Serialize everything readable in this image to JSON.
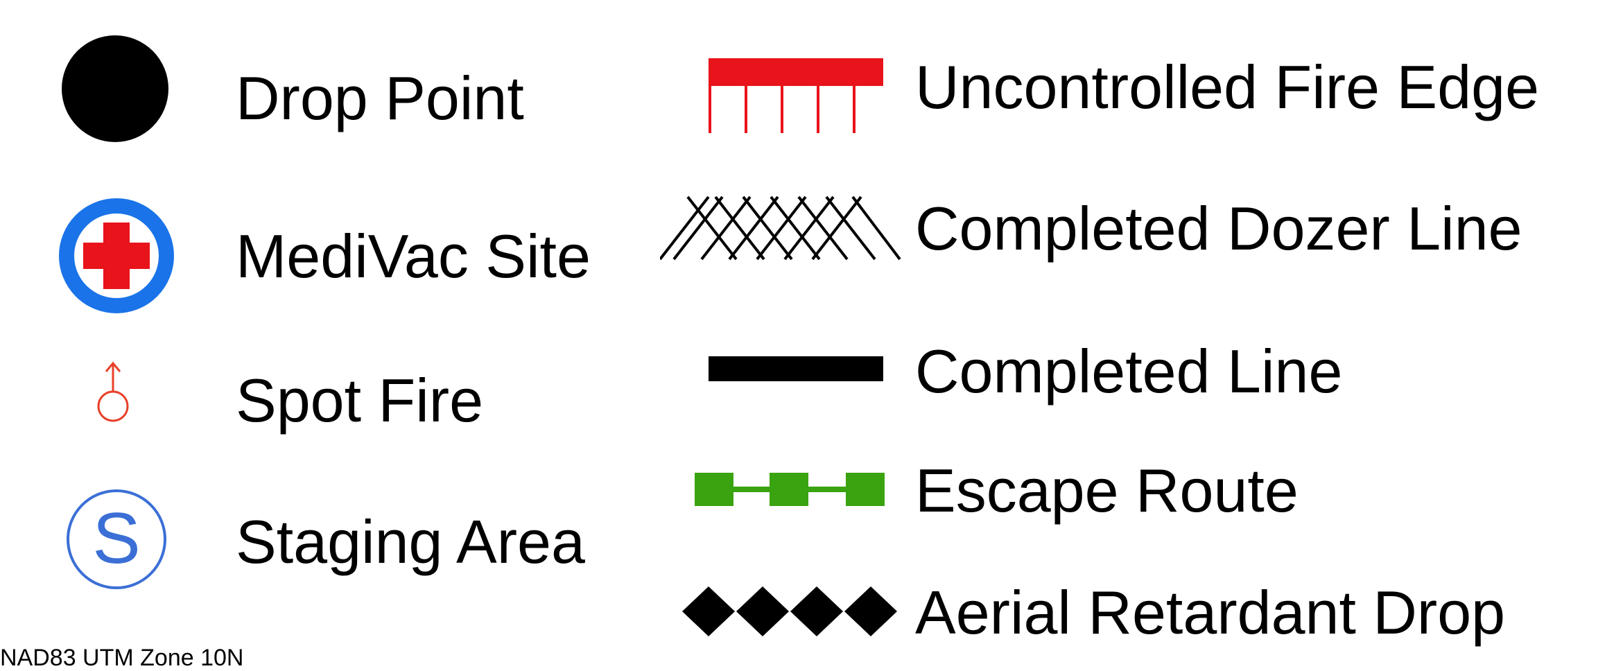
{
  "legend": {
    "items": [
      {
        "label": "Drop Point",
        "icon": "filled-circle-icon",
        "color": "#000000"
      },
      {
        "label": "MediVac Site",
        "icon": "medical-cross-icon",
        "color": "#1a73e8",
        "accent": "#e8131b"
      },
      {
        "label": "Spot Fire",
        "icon": "spot-fire-icon",
        "color": "#e8402a"
      },
      {
        "label": "Staging Area",
        "icon": "staging-circle-s-icon",
        "color": "#3b6fd6"
      },
      {
        "label": "Uncontrolled Fire Edge",
        "icon": "fire-edge-line-icon",
        "color": "#e8131b"
      },
      {
        "label": "Completed Dozer Line",
        "icon": "crosshatch-line-icon",
        "color": "#000000"
      },
      {
        "label": "Completed Line",
        "icon": "solid-line-icon",
        "color": "#000000"
      },
      {
        "label": "Escape Route",
        "icon": "dashed-box-line-icon",
        "color": "#3aa310"
      },
      {
        "label": "Aerial Retardant Drop",
        "icon": "diamond-row-icon",
        "color": "#000000"
      }
    ],
    "staging_glyph": "S",
    "spot_fire_glyph": "↑"
  },
  "footer": {
    "projection": "NAD83 UTM Zone 10N"
  }
}
